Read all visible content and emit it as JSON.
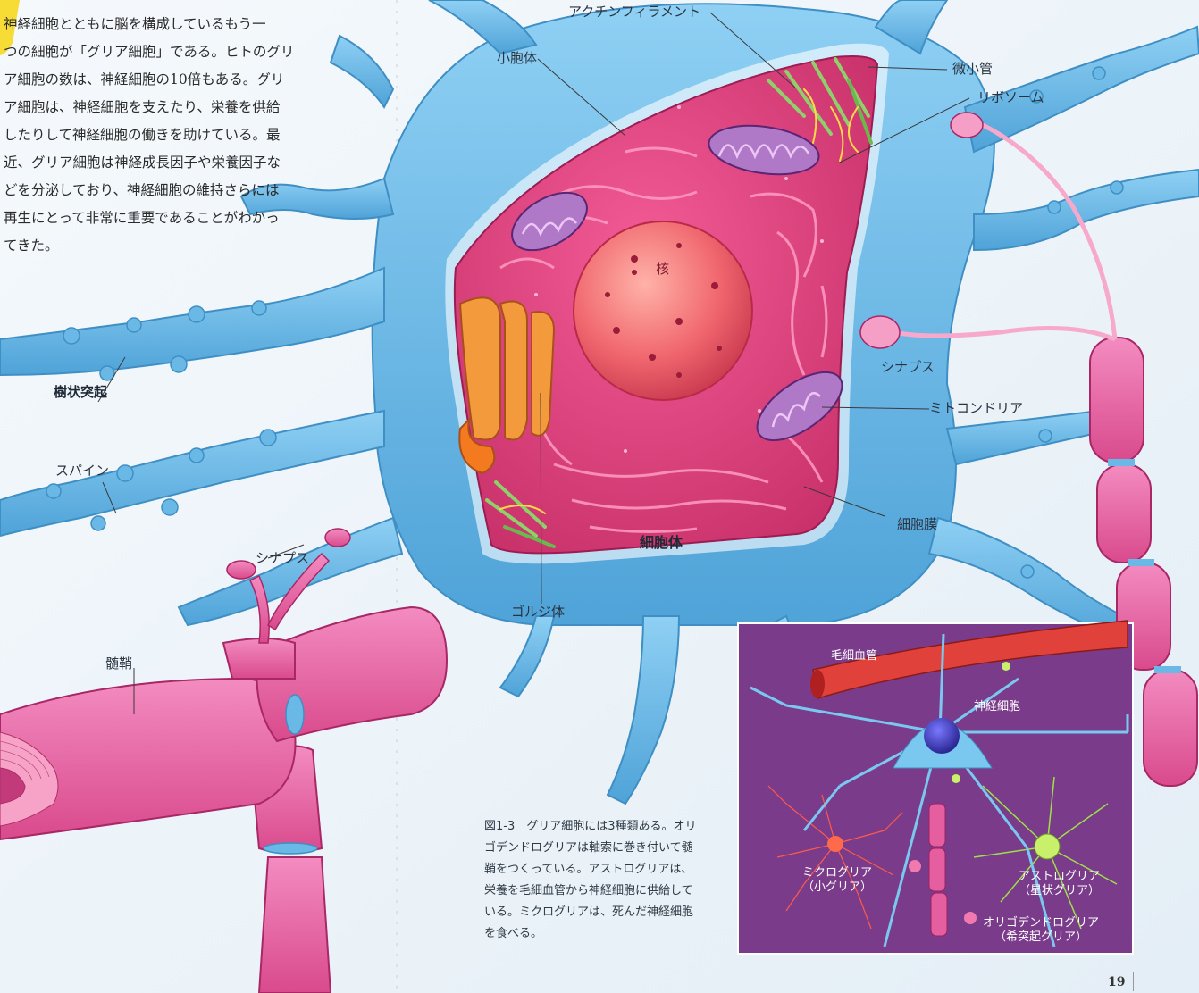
{
  "body_text": [
    "神経細胞とともに脳を構成しているもう一",
    "つの細胞が「グリア細胞」である。ヒトのグリ",
    "ア細胞の数は、神経細胞の10倍もある。グリ",
    "ア細胞は、神経細胞を支えたり、栄養を供給",
    "したりして神経細胞の働きを助けている。最",
    "近、グリア細胞は神経成長因子や栄養因子な",
    "どを分泌しており、神経細胞の維持さらには",
    "再生にとって非常に重要であることがわかっ",
    "てきた。"
  ],
  "labels": {
    "actin": "アクチンフィラメント",
    "vesicle": "小胞体",
    "microtubule": "微小管",
    "ribosome": "リボソーム",
    "nucleus": "核",
    "synapse_right": "シナプス",
    "mitochondria": "ミトコンドリア",
    "membrane": "細胞膜",
    "cell_body": "細胞体",
    "golgi": "ゴルジ体",
    "dendrite": "樹状突起",
    "spine": "スパイン",
    "synapse_left": "シナプス",
    "myelin": "髄鞘"
  },
  "inset_labels": {
    "capillary": "毛細血管",
    "neuron": "神経細胞",
    "microglia": "ミクログリア\n（小グリア）",
    "astroglia": "アストログリア\n（星状グリア）",
    "oligodendroglia": "オリゴデンドログリア\n（希突起グリア）"
  },
  "caption": [
    "図1-3　グリア細胞には3種類ある。オリ",
    "ゴデンドログリアは軸索に巻き付いて髄",
    "鞘をつくっている。アストログリアは、",
    "栄養を毛細血管から神経細胞に供給して",
    "いる。ミクログリアは、死んだ神経細胞",
    "を食べる。"
  ],
  "page_number": "19",
  "colors": {
    "neuron_blue": "#6ab8e6",
    "cell_pink": "#e0407e",
    "nucleus": "#f06f7a",
    "golgi": "#f08a36",
    "mito": "#a066b8",
    "myelin": "#e05f9f",
    "inset_bg": "#7a3c8a"
  }
}
